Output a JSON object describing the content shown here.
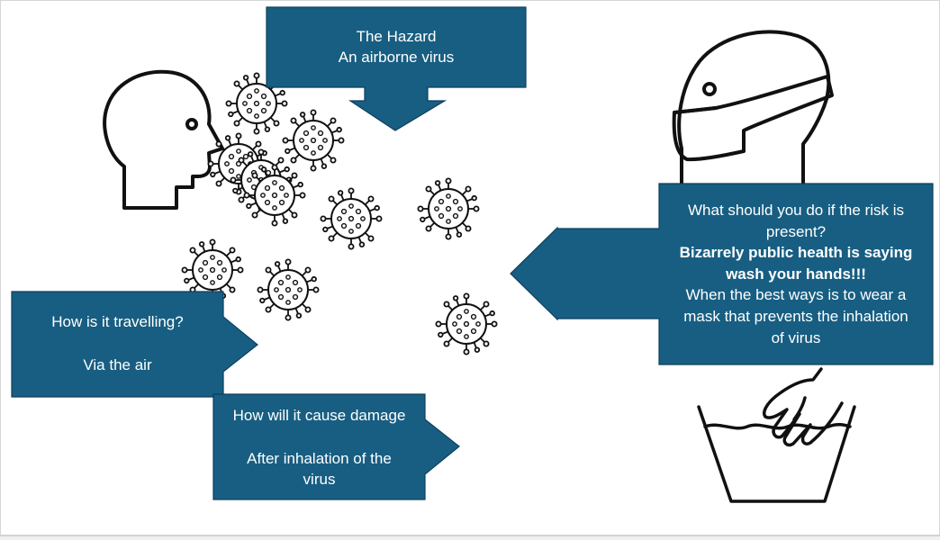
{
  "hazard_box": {
    "title": "The Hazard",
    "subtitle": "An airborne virus"
  },
  "travel_box": {
    "question": "How is it travelling?",
    "answer": "Via the air"
  },
  "damage_box": {
    "question": "How will it cause damage",
    "answer_line1": "After inhalation of the",
    "answer_line2": "virus"
  },
  "advice_box": {
    "line1": "What should you do if the risk is",
    "line2": "present?",
    "bold_line1": "Bizarrely  public health is saying",
    "bold_line2": "wash your hands!!!",
    "line3": "When the best ways is to wear a",
    "line4": "mask that prevents the inhalation",
    "line5": "of virus"
  },
  "colors": {
    "callout": "#175e82",
    "callout_text": "#ffffff",
    "line_art": "#111111"
  },
  "icons": [
    "head-profile-icon",
    "masked-head-icon",
    "virus-icon",
    "hand-washing-basin-icon"
  ]
}
